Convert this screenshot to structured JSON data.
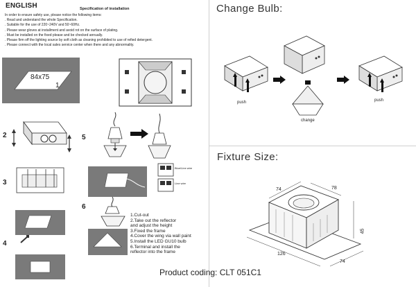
{
  "doc": {
    "language": "ENGLISH",
    "spec_title": "Specification of installation",
    "spec_lines": [
      "In order to ensure safety use, please notice the following items:",
      ". Read and understand the whole Specification.",
      ". Suitable for the use of 220~240V and 50~60Hz.",
      ". Please wear gloves at installment and avoid rot on the surface of plating.",
      ". Must be installed on the fixed please and be checked annually.",
      ". Please firm off the lighting source by soft cloth as cleaning prohibited to use of refied detergent.",
      ". Please connect with the local sales service center when there and any abnormality."
    ],
    "cutout_size": "84x75",
    "cutout_step": "1",
    "step_numbers": {
      "s2": "2",
      "s3": "3",
      "s4": "4",
      "s5": "5",
      "s6": "6"
    },
    "steps": [
      "1.Cut-out",
      "2.Take out the reflector",
      "   and adjust the height",
      "3.Fixed the frame",
      "4.Cover the wing via wall paint",
      "5.Install the LED GU10 bulb",
      "6.Terminal and install the",
      "   reflector into the frame"
    ],
    "product_coding": "Product coding: CLT 051C1"
  },
  "change_bulb": {
    "title": "Change Bulb:",
    "push_label_1": "push",
    "push_label_2": "push",
    "change_label": "change"
  },
  "fixture_size": {
    "title": "Fixture Size:",
    "dim_top_left": "74",
    "dim_top_right": "78",
    "dim_height": "45",
    "dim_bottom_left": "126",
    "dim_bottom_right": "74"
  },
  "wiring": {
    "label_a": "Blue/Line wire",
    "label_b": "Line wire"
  },
  "colors": {
    "gray_panel": "#7a7a7a",
    "divider": "#cfcfcf",
    "text": "#222222"
  }
}
